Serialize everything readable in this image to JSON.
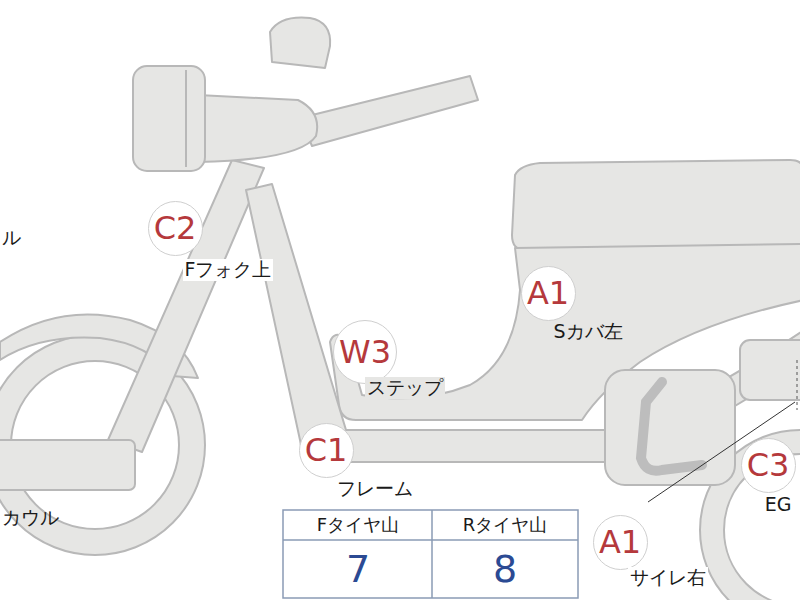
{
  "diagram": {
    "nodes": [
      {
        "text": [
          "C2",
          "Fフォク上"
        ]
      },
      {
        "text": [
          "A1",
          "Sカバ左"
        ]
      },
      {
        "text": [
          "W3",
          "ステップ"
        ]
      },
      {
        "text": [
          "C1",
          "フレーム"
        ]
      },
      {
        "text": [
          "C3",
          "EG"
        ]
      },
      {
        "text": [
          "A1",
          "サイレ右"
        ]
      }
    ],
    "labels": [
      "ル",
      "カウル",
      "Fタイヤ山",
      "Rタイヤ山",
      "7",
      "8"
    ]
  }
}
